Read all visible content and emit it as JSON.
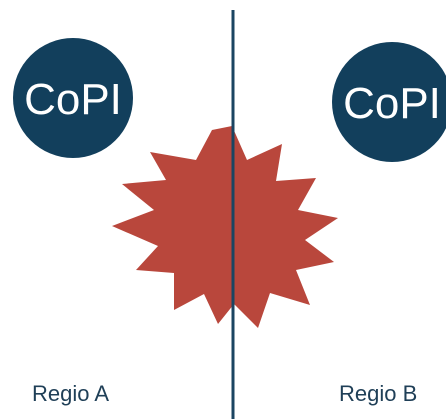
{
  "badges": [
    {
      "label": "CoPI"
    },
    {
      "label": "CoPI"
    }
  ],
  "regions": [
    {
      "label": "Regio A"
    },
    {
      "label": "Regio B"
    }
  ],
  "colors": {
    "badge_fill": "#123f5c",
    "badge_text": "#ffffff",
    "divider": "#1b4562",
    "burst": "#b9473c",
    "label_text": "#1f3f57",
    "background": "#ffffff"
  }
}
